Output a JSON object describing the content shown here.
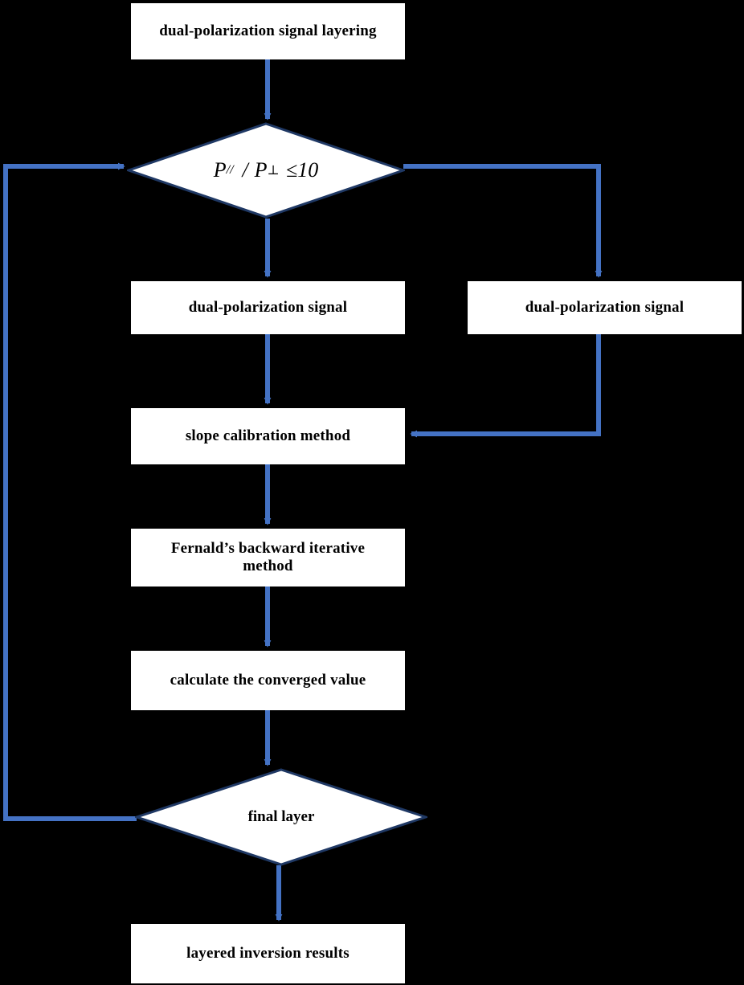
{
  "diagram": {
    "title": "dual-polarization lidar layered inversion flowchart",
    "colors": {
      "arrow": "#4472C4",
      "node_border": "#1F3864",
      "node_fill": "#FFFFFF",
      "background": "#000000",
      "text": "#000000"
    },
    "nodes": {
      "start": {
        "label": "dual-polarization  signal layering",
        "shape": "rectangle"
      },
      "condition": {
        "shape": "diamond",
        "label": "P∥ / P⊥ ≤10",
        "numerator": "P",
        "numerator_sub": "//",
        "denominator": "P",
        "denominator_sub": "⊥",
        "operator": "/",
        "comparison": "≤10"
      },
      "signal_left": {
        "label": "dual-polarization  signal",
        "shape": "rectangle"
      },
      "signal_right": {
        "label": "dual-polarization  signal",
        "shape": "rectangle"
      },
      "slope": {
        "label": "slope calibration  method",
        "shape": "rectangle"
      },
      "fernald": {
        "label": "Fernald’s backward iterative method",
        "shape": "rectangle"
      },
      "converged": {
        "label": "calculate the converged value",
        "shape": "rectangle"
      },
      "final_layer": {
        "label": "final layer",
        "shape": "diamond"
      },
      "results": {
        "label": "layered inversion  results",
        "shape": "rectangle"
      }
    },
    "edges": [
      {
        "from": "start",
        "to": "condition",
        "style": "straight-down"
      },
      {
        "from": "condition",
        "to": "signal_left",
        "style": "straight-down"
      },
      {
        "from": "condition",
        "to": "signal_right",
        "style": "right-then-down"
      },
      {
        "from": "signal_left",
        "to": "slope",
        "style": "straight-down"
      },
      {
        "from": "signal_right",
        "to": "slope",
        "style": "down-then-left"
      },
      {
        "from": "slope",
        "to": "fernald",
        "style": "straight-down"
      },
      {
        "from": "fernald",
        "to": "converged",
        "style": "straight-down"
      },
      {
        "from": "converged",
        "to": "final_layer",
        "style": "straight-down"
      },
      {
        "from": "final_layer",
        "to": "results",
        "style": "straight-down"
      },
      {
        "from": "final_layer",
        "to": "condition",
        "style": "left-then-up-feedback"
      }
    ]
  }
}
